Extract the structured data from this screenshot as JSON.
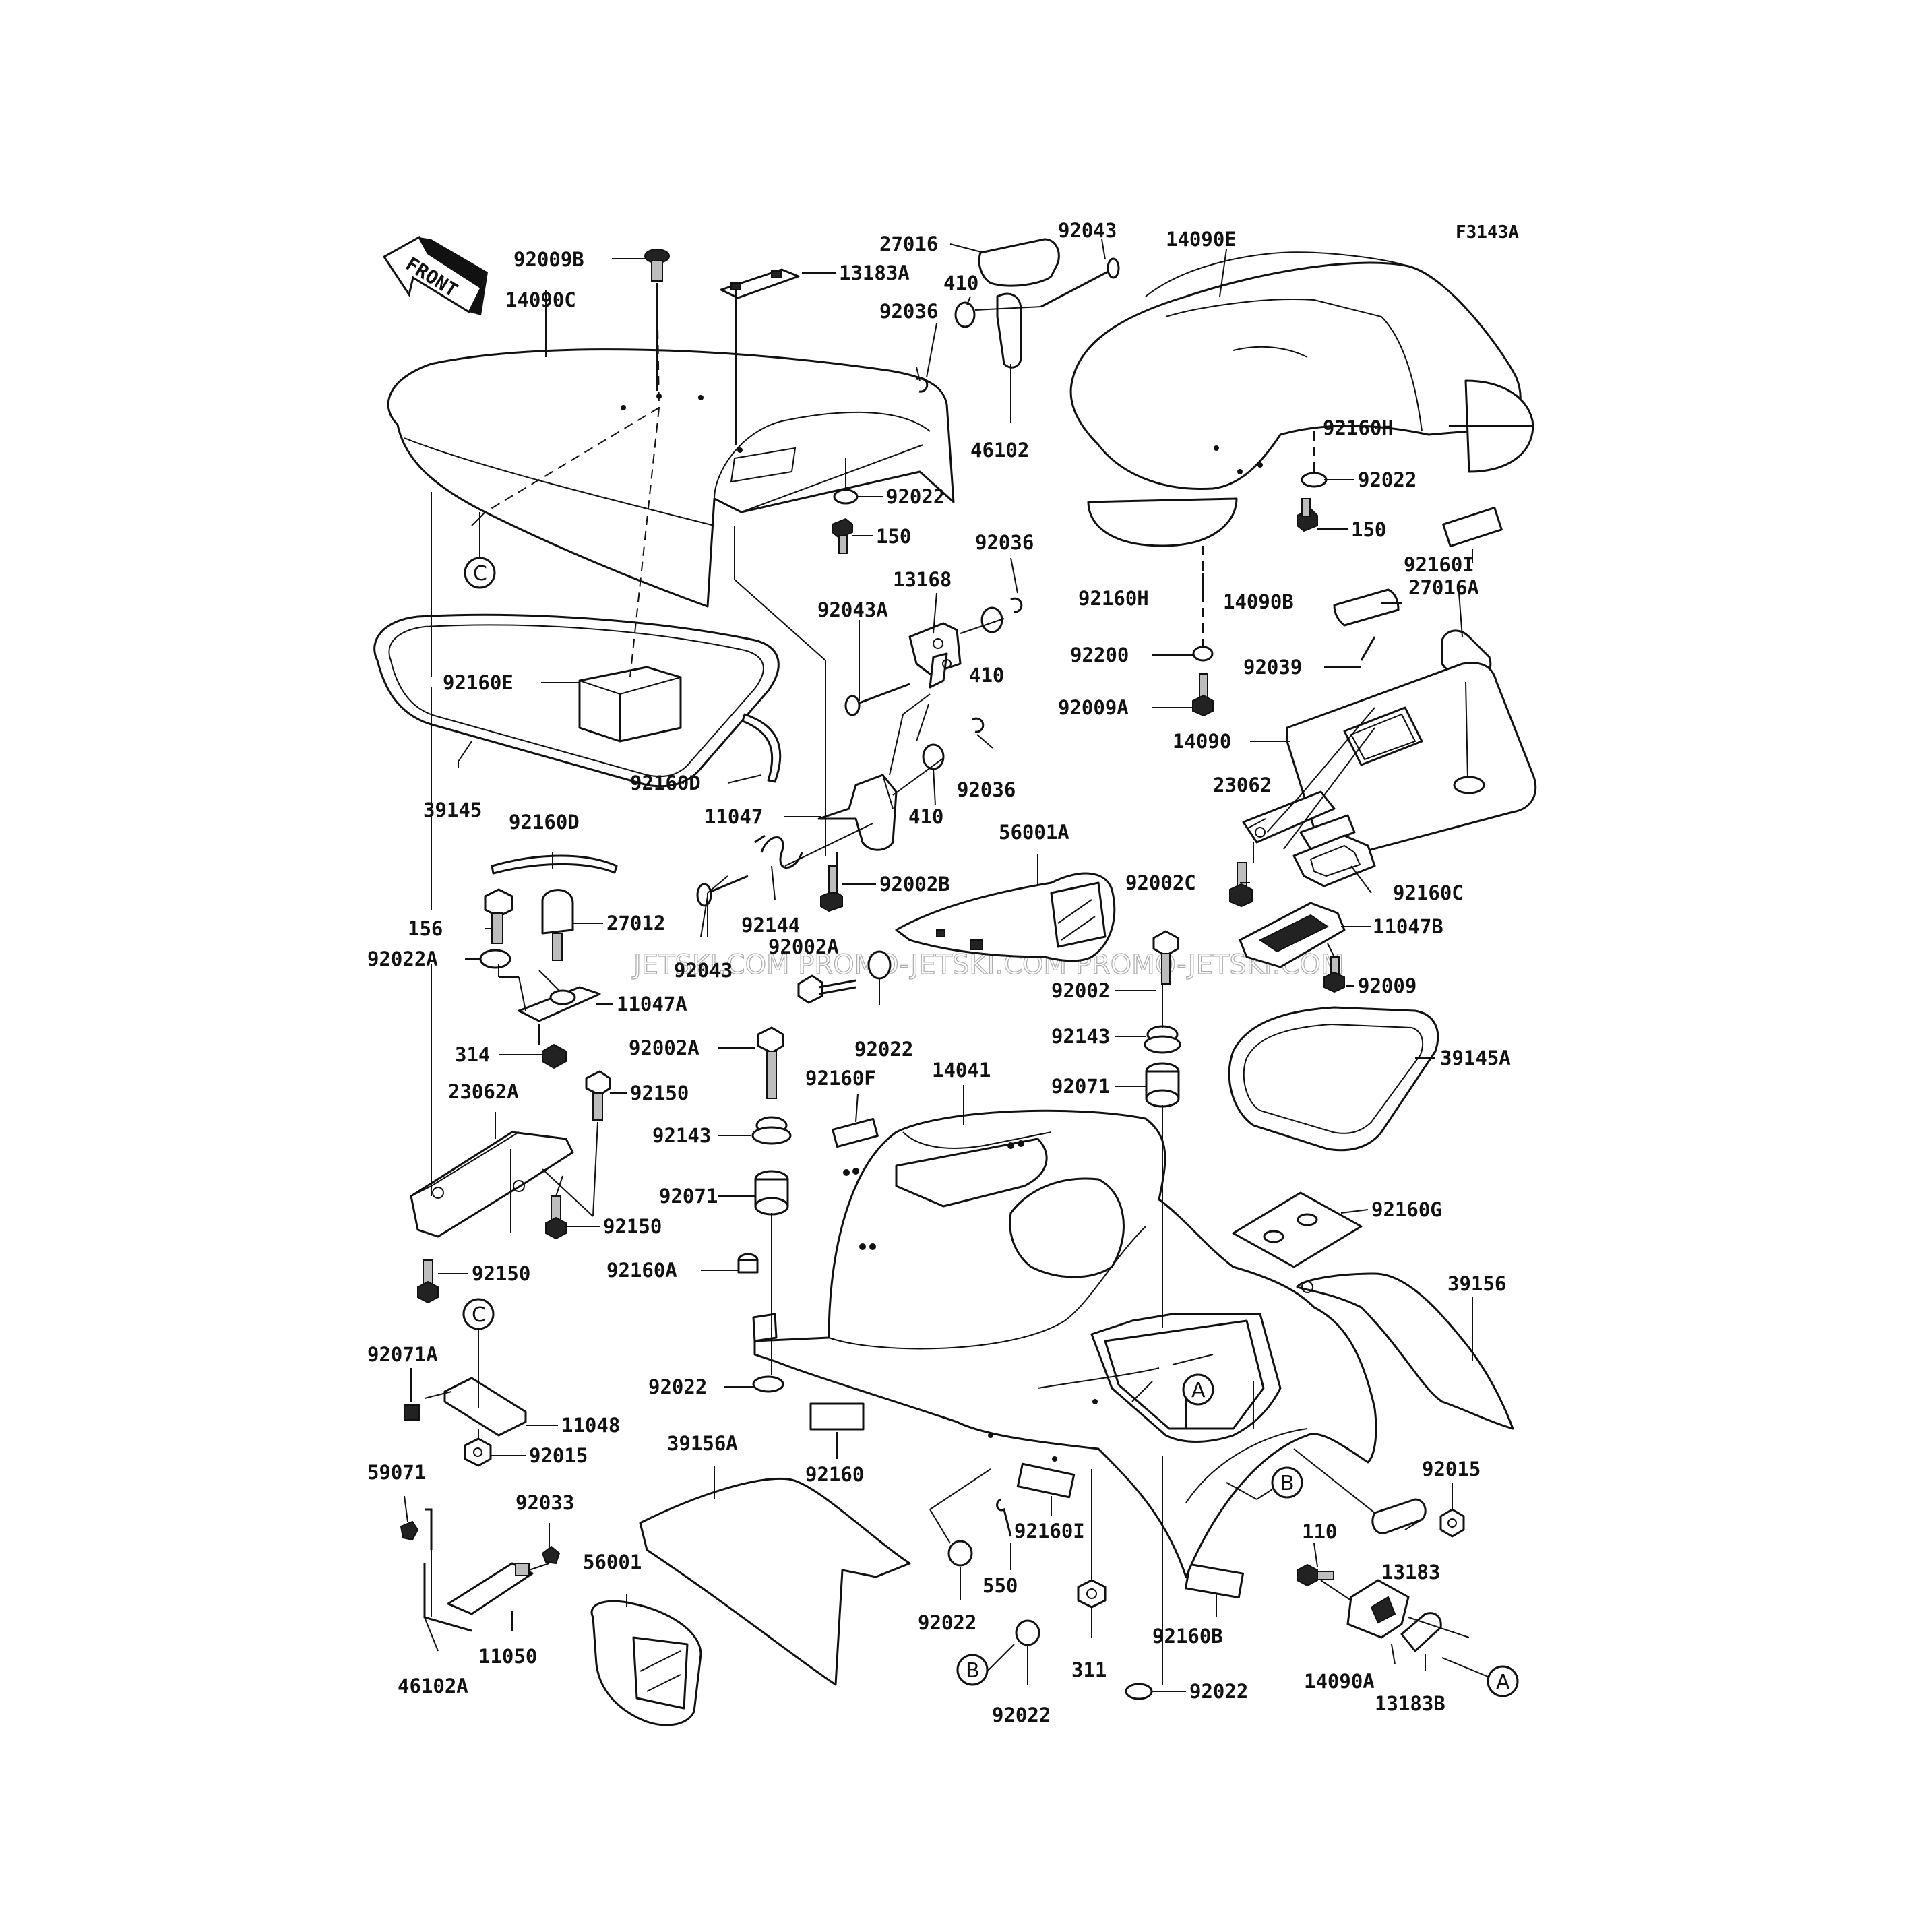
{
  "diagram": {
    "figure_code": "F3143A",
    "front_arrow_label": "FRONT",
    "watermark": "JETSKI.COM PROMO-JETSKI.COM PROMO-JETSKI.COM",
    "part_labels": {
      "p92009B": "92009B",
      "p14090C": "14090C",
      "p13183A": "13183A",
      "p27016": "27016",
      "p410a": "410",
      "p92043a": "92043",
      "p92036a": "92036",
      "p46102": "46102",
      "p14090E": "14090E",
      "p92160Ha": "92160H",
      "p92022a": "92022",
      "p92022b": "92022",
      "p150a": "150",
      "p150b": "150",
      "p92036b": "92036",
      "p13168": "13168",
      "p92043A": "92043A",
      "p410b": "410",
      "p92160Hb": "92160H",
      "p92160Ia": "92160I",
      "p27016A": "27016A",
      "p14090B": "14090B",
      "p92200": "92200",
      "p92039": "92039",
      "p92009A": "92009A",
      "p14090": "14090",
      "p92160E": "92160E",
      "p92160Da": "92160D",
      "p92036c": "92036",
      "p410c": "410",
      "p11047": "11047",
      "p39145": "39145",
      "p92160Db": "92160D",
      "p56001A": "56001A",
      "p23062": "23062",
      "p92002Ca": "92002C",
      "p92160C": "92160C",
      "p11047B": "11047B",
      "p156": "156",
      "p27012": "27012",
      "p92002B": "92002B",
      "p92144": "92144",
      "p92043b": "92043",
      "p92002Aa": "92002A",
      "p92022A": "92022A",
      "p11047A": "11047A",
      "p92022c": "92022",
      "p92002": "92002",
      "p92009": "92009",
      "p314": "314",
      "p92002Ab": "92002A",
      "p92143a": "92143",
      "p23062A": "23062A",
      "p92150a": "92150",
      "p92160F": "92160F",
      "p14041": "14041",
      "p92071a": "92071",
      "p39145A": "39145A",
      "p92143b": "92143",
      "p92071b": "92071",
      "p92160G": "92160G",
      "p92150b": "92150",
      "p92160A": "92160A",
      "p92150c": "92150",
      "p39156": "39156",
      "p92071A": "92071A",
      "p11048": "11048",
      "p92015a": "92015",
      "p92022d": "92022",
      "p59071": "59071",
      "p39156A": "39156A",
      "p92033": "92033",
      "p92160": "92160",
      "p92015b": "92015",
      "p110": "110",
      "p13183": "13183",
      "p56001": "56001",
      "p92160Ib": "92160I",
      "p550": "550",
      "p92022e": "92022",
      "p11050": "11050",
      "p46102A": "46102A",
      "p311": "311",
      "p92160B": "92160B",
      "p14090A": "14090A",
      "p13183B": "13183B",
      "p92022f": "92022",
      "p92022g": "92022"
    },
    "reference_markers": {
      "C1": "C",
      "C2": "C",
      "A1": "A",
      "A2": "A",
      "B1": "B",
      "B2": "B"
    }
  }
}
